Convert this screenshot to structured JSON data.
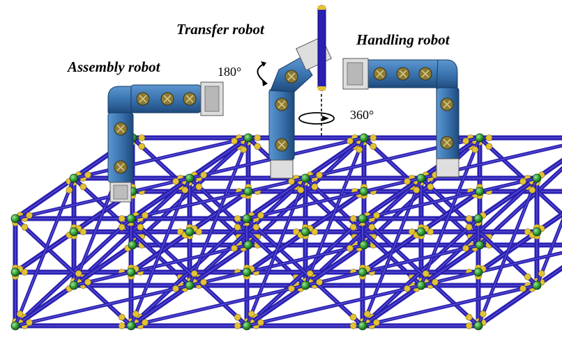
{
  "labels": {
    "assembly": "Assembly robot",
    "transfer": "Transfer robot",
    "handling": "Handling robot",
    "rotation_180": "180°",
    "rotation_360": "360°"
  },
  "colors": {
    "strut": "#2a1fb0",
    "strut_dark": "#1a1080",
    "node": "#2e9a2e",
    "connector": "#e3c235",
    "module_blue": "#3d78b5",
    "module_dark": "#234e80",
    "gripper": "#d9d9d9"
  },
  "icons": [
    "rotation-arrow-icon",
    "spin-arrow-icon"
  ]
}
